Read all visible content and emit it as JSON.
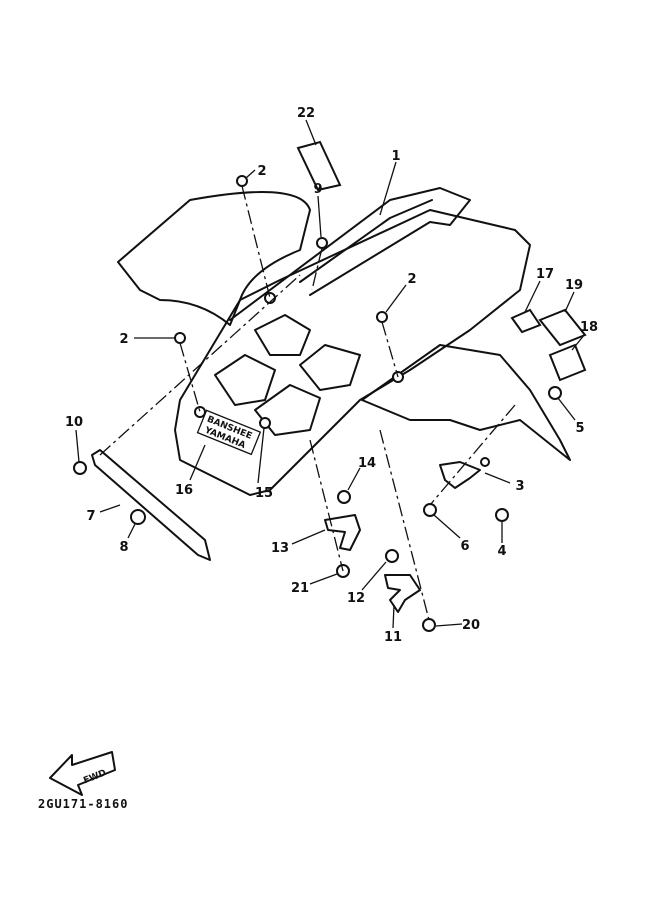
{
  "callouts": {
    "c22": "22",
    "c1": "1",
    "c2a": "2",
    "c9": "9",
    "c2b": "2",
    "c17": "17",
    "c19": "19",
    "c18": "18",
    "c2c": "2",
    "c5": "5",
    "c10": "10",
    "c3": "3",
    "c16": "16",
    "c15": "15",
    "c14": "14",
    "c7": "7",
    "c13": "13",
    "c6": "6",
    "c4": "4",
    "c8": "8",
    "c21": "21",
    "c12": "12",
    "c20": "20",
    "c11": "11"
  },
  "emblem": {
    "line1": "BANSHEE",
    "line2": "YAMAHA"
  },
  "fwd_label": "FWD",
  "diagram_code": "2GU171-8160"
}
